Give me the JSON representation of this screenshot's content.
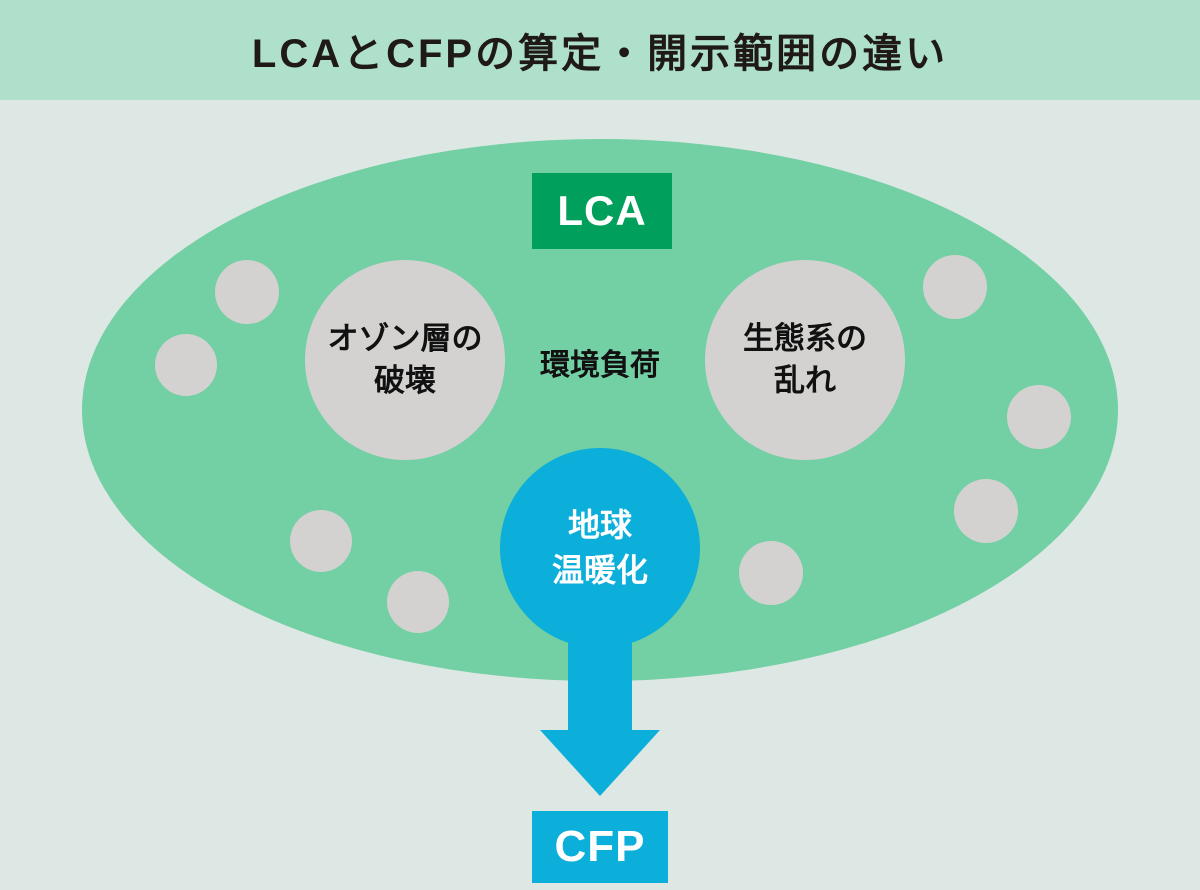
{
  "title": "LCAとCFPの算定・開示範囲の違い",
  "colors": {
    "title_bar_bg": "#aee0cb",
    "canvas_bg": "#dde7e3",
    "ellipse_green": "#73cfa4",
    "lca_green": "#00a05c",
    "cfp_blue": "#0caeda",
    "gray_circle": "#d3d2d0",
    "title_text": "#1f1a16",
    "dark_text": "#111111",
    "white_text": "#ffffff"
  },
  "diagram": {
    "lca_label": "LCA",
    "cfp_label": "CFP",
    "center_label": "環境負荷",
    "bubbles": {
      "ozone": {
        "line1": "オゾン層の",
        "line2": "破壊"
      },
      "ecosystem": {
        "line1": "生態系の",
        "line2": "乱れ"
      },
      "warming": {
        "line1": "地球",
        "line2": "温暖化"
      }
    }
  }
}
